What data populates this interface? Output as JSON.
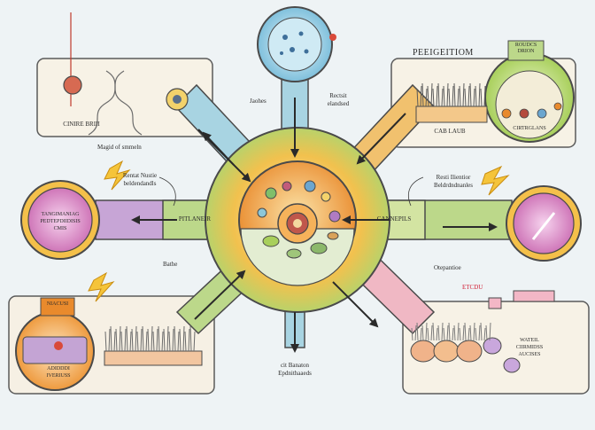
{
  "palette": {
    "background": "#eef3f5",
    "hub_ring": "#f3c24d",
    "hub_core": "#e98a2c",
    "arm_green": "#bcd88a",
    "arm_blue": "#a8d4e2",
    "arm_purple": "#c7a5d6",
    "arm_orange": "#f1b36a",
    "arm_pink": "#f0b8c4",
    "panel_fill": "#f7f2e6",
    "outline": "#4a4a4a",
    "accent_yellow": "#f5c43a"
  },
  "icons": [
    "arrow-icon",
    "lightning-icon",
    "cell-icon",
    "dna-icon"
  ],
  "labels": {
    "top_left_caption": "CINIRE BRIII",
    "top_left_sub": "Magid of smmeln",
    "top_center_left": "Jaohes",
    "top_center_right": "Rectsit\nelandsed",
    "top_right_title": "PEEIGEITIOM",
    "top_right_caption": "CAB LAUB",
    "top_right_badge": "ROUDCS\nDRION",
    "top_right_circle": "CIRTRGLANS",
    "left_upper": "Rentat Nustie\nbeldendandls",
    "left_circle": "TANGIMANIAG\nPEDTEPDIIDISIS\nCMIS",
    "left_arm": "PITLANEIR",
    "left_lower": "Bathe",
    "right_upper": "Resti Ilientior\nBeldrdndnanles",
    "right_arm": "CANNEPILS",
    "right_lower": "Otepantioe",
    "right_tag": "ETCDU",
    "bottom_left_badge": "NIACUSI",
    "bottom_left_caption": "ADIDDDI\nIVERIUSS",
    "bottom_center": "cit Banaton\nEpdnithaaeds",
    "bottom_right_caption": "WATEIL\nCIIRMIDSS\nAUCISES"
  }
}
